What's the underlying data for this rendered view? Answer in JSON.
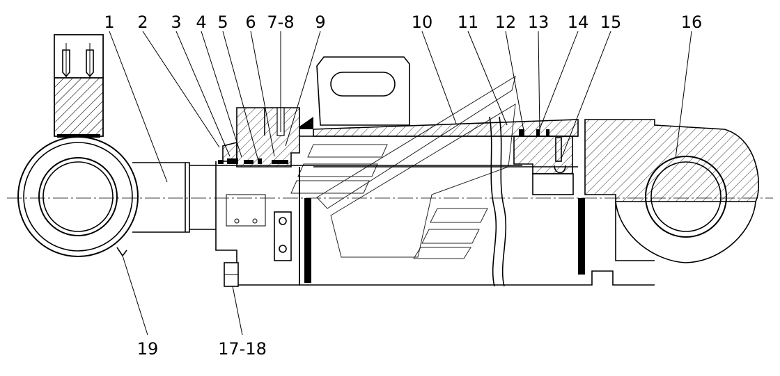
{
  "diagram": {
    "callouts": [
      {
        "id": "c1",
        "text": "1"
      },
      {
        "id": "c2",
        "text": "2"
      },
      {
        "id": "c3",
        "text": "3"
      },
      {
        "id": "c4",
        "text": "4"
      },
      {
        "id": "c5",
        "text": "5"
      },
      {
        "id": "c6",
        "text": "6"
      },
      {
        "id": "c78",
        "text": "7-8"
      },
      {
        "id": "c9",
        "text": "9"
      },
      {
        "id": "c10",
        "text": "10"
      },
      {
        "id": "c11",
        "text": "11"
      },
      {
        "id": "c12",
        "text": "12"
      },
      {
        "id": "c13",
        "text": "13"
      },
      {
        "id": "c14",
        "text": "14"
      },
      {
        "id": "c15",
        "text": "15"
      },
      {
        "id": "c16",
        "text": "16"
      },
      {
        "id": "c1718",
        "text": "17-18"
      },
      {
        "id": "c19",
        "text": "19"
      }
    ],
    "colors": {
      "line": "#000000",
      "background": "#ffffff"
    }
  }
}
